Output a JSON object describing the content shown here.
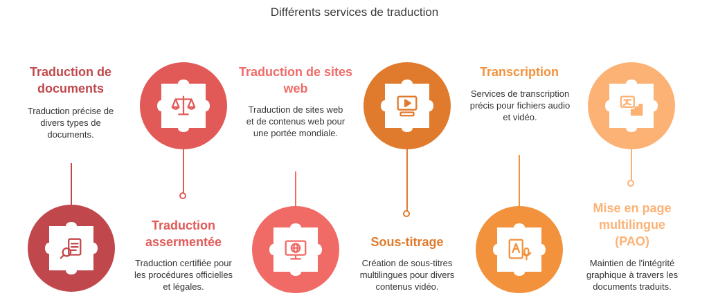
{
  "title": "Différents services de traduction",
  "colors": {
    "docs": "#c0484c",
    "sworn": "#e15a58",
    "web": "#f06a66",
    "subs": "#e07a2c",
    "trans": "#f2923c",
    "pao": "#fcb275"
  },
  "services": [
    {
      "name": "Traduction de documents",
      "description": "Traduction précise de divers types de documents.",
      "icon": "document-search-icon"
    },
    {
      "name": "Traduction assermentée",
      "description": "Traduction certifiée pour les procédures officielles et légales.",
      "icon": "scales-icon"
    },
    {
      "name": "Traduction de sites web",
      "description": "Traduction de sites web et de contenus web pour une portée mondiale.",
      "icon": "globe-monitor-icon"
    },
    {
      "name": "Sous-titrage",
      "description": "Création de sous-titres multilingues pour divers contenus vidéo.",
      "icon": "video-player-icon"
    },
    {
      "name": "Transcription",
      "description": "Services de transcription précis pour fichiers audio et vidéo.",
      "icon": "audio-transcript-icon"
    },
    {
      "name": "Mise en page multilingue (PAO)",
      "description": "Maintien de l'intégrité graphique à travers les documents traduits.",
      "icon": "translate-layout-icon"
    }
  ]
}
